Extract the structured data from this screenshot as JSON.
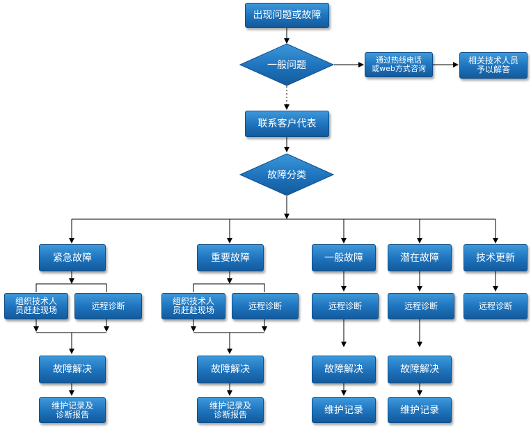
{
  "nodes": {
    "start": "出现问题或故障",
    "general_question": "一般问题",
    "hotline": "通过热线电话\n或web方式咨询",
    "tech_staff": "相关技术人员\n予以解答",
    "contact_rep": "联系客户代表",
    "fault_class": "故障分类",
    "urgent": "紧急故障",
    "important": "重要故障",
    "general_fault": "一般故障",
    "potential": "潜在故障",
    "tech_update": "技术更新",
    "urgent_onsite": "组织技术人\n员赶赴现场",
    "urgent_remote": "远程诊断",
    "important_onsite": "组织技术人\n员赶赴现场",
    "important_remote": "远程诊断",
    "general_remote": "远程诊断",
    "potential_remote": "远程诊断",
    "update_remote": "远程诊断",
    "urgent_resolve": "故障解决",
    "important_resolve": "故障解决",
    "general_resolve": "故障解决",
    "potential_resolve": "故障解决",
    "urgent_report": "维护记录及\n诊断报告",
    "important_report": "维护记录及\n诊断报告",
    "general_record": "维护记录",
    "potential_record": "维护记录"
  },
  "colors": {
    "box_top": "#3d98da",
    "box_bottom": "#145a9a",
    "line": "#000000"
  }
}
